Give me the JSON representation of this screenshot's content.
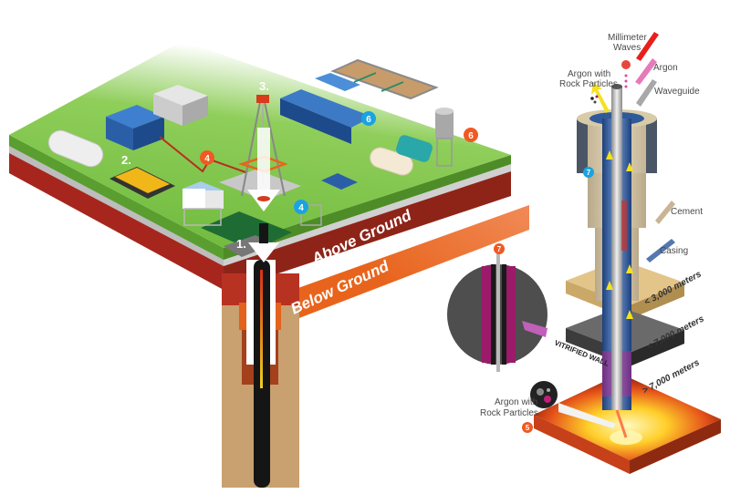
{
  "diagram": {
    "title": "Millimeter wave drilling system",
    "colors": {
      "grass": "#7cc142",
      "grass_dark": "#5a9e2f",
      "soil_red": "#a6261e",
      "soil_orange": "#e8641c",
      "soil_tan": "#c9a070",
      "badge_orange": "#ef5a23",
      "badge_blue": "#1aa3e0",
      "vitrified": "#9c1a6a"
    },
    "surface_labels": {
      "step1": "1.",
      "step2": "2.",
      "step3": "3.",
      "above_ground": "Above Ground",
      "below_ground": "Below Ground"
    },
    "badges": [
      {
        "id": "4",
        "color": "orange"
      },
      {
        "id": "4",
        "color": "blue"
      },
      {
        "id": "6",
        "color": "blue"
      },
      {
        "id": "6",
        "color": "orange"
      },
      {
        "id": "7",
        "color": "blue"
      },
      {
        "id": "7",
        "color": "orange"
      },
      {
        "id": "5",
        "color": "orange"
      }
    ],
    "borehole_labels": {
      "millimeter_waves": [
        "Millimeter",
        "Waves"
      ],
      "argon": "Argon",
      "waveguide": "Waveguide",
      "argon_rock_top": [
        "Argon with",
        "Rock Particles"
      ],
      "cement": "Cement",
      "casing": "Casing",
      "vitrified_wall": "VITRIFIED WALL",
      "argon_rock_bottom": [
        "Argon with",
        "Rock Particles"
      ]
    },
    "depth_layers": [
      {
        "label": "< 3,000 meters"
      },
      {
        "label": "< 7,000 meters"
      },
      {
        "label": "> 7,000 meters"
      }
    ]
  }
}
